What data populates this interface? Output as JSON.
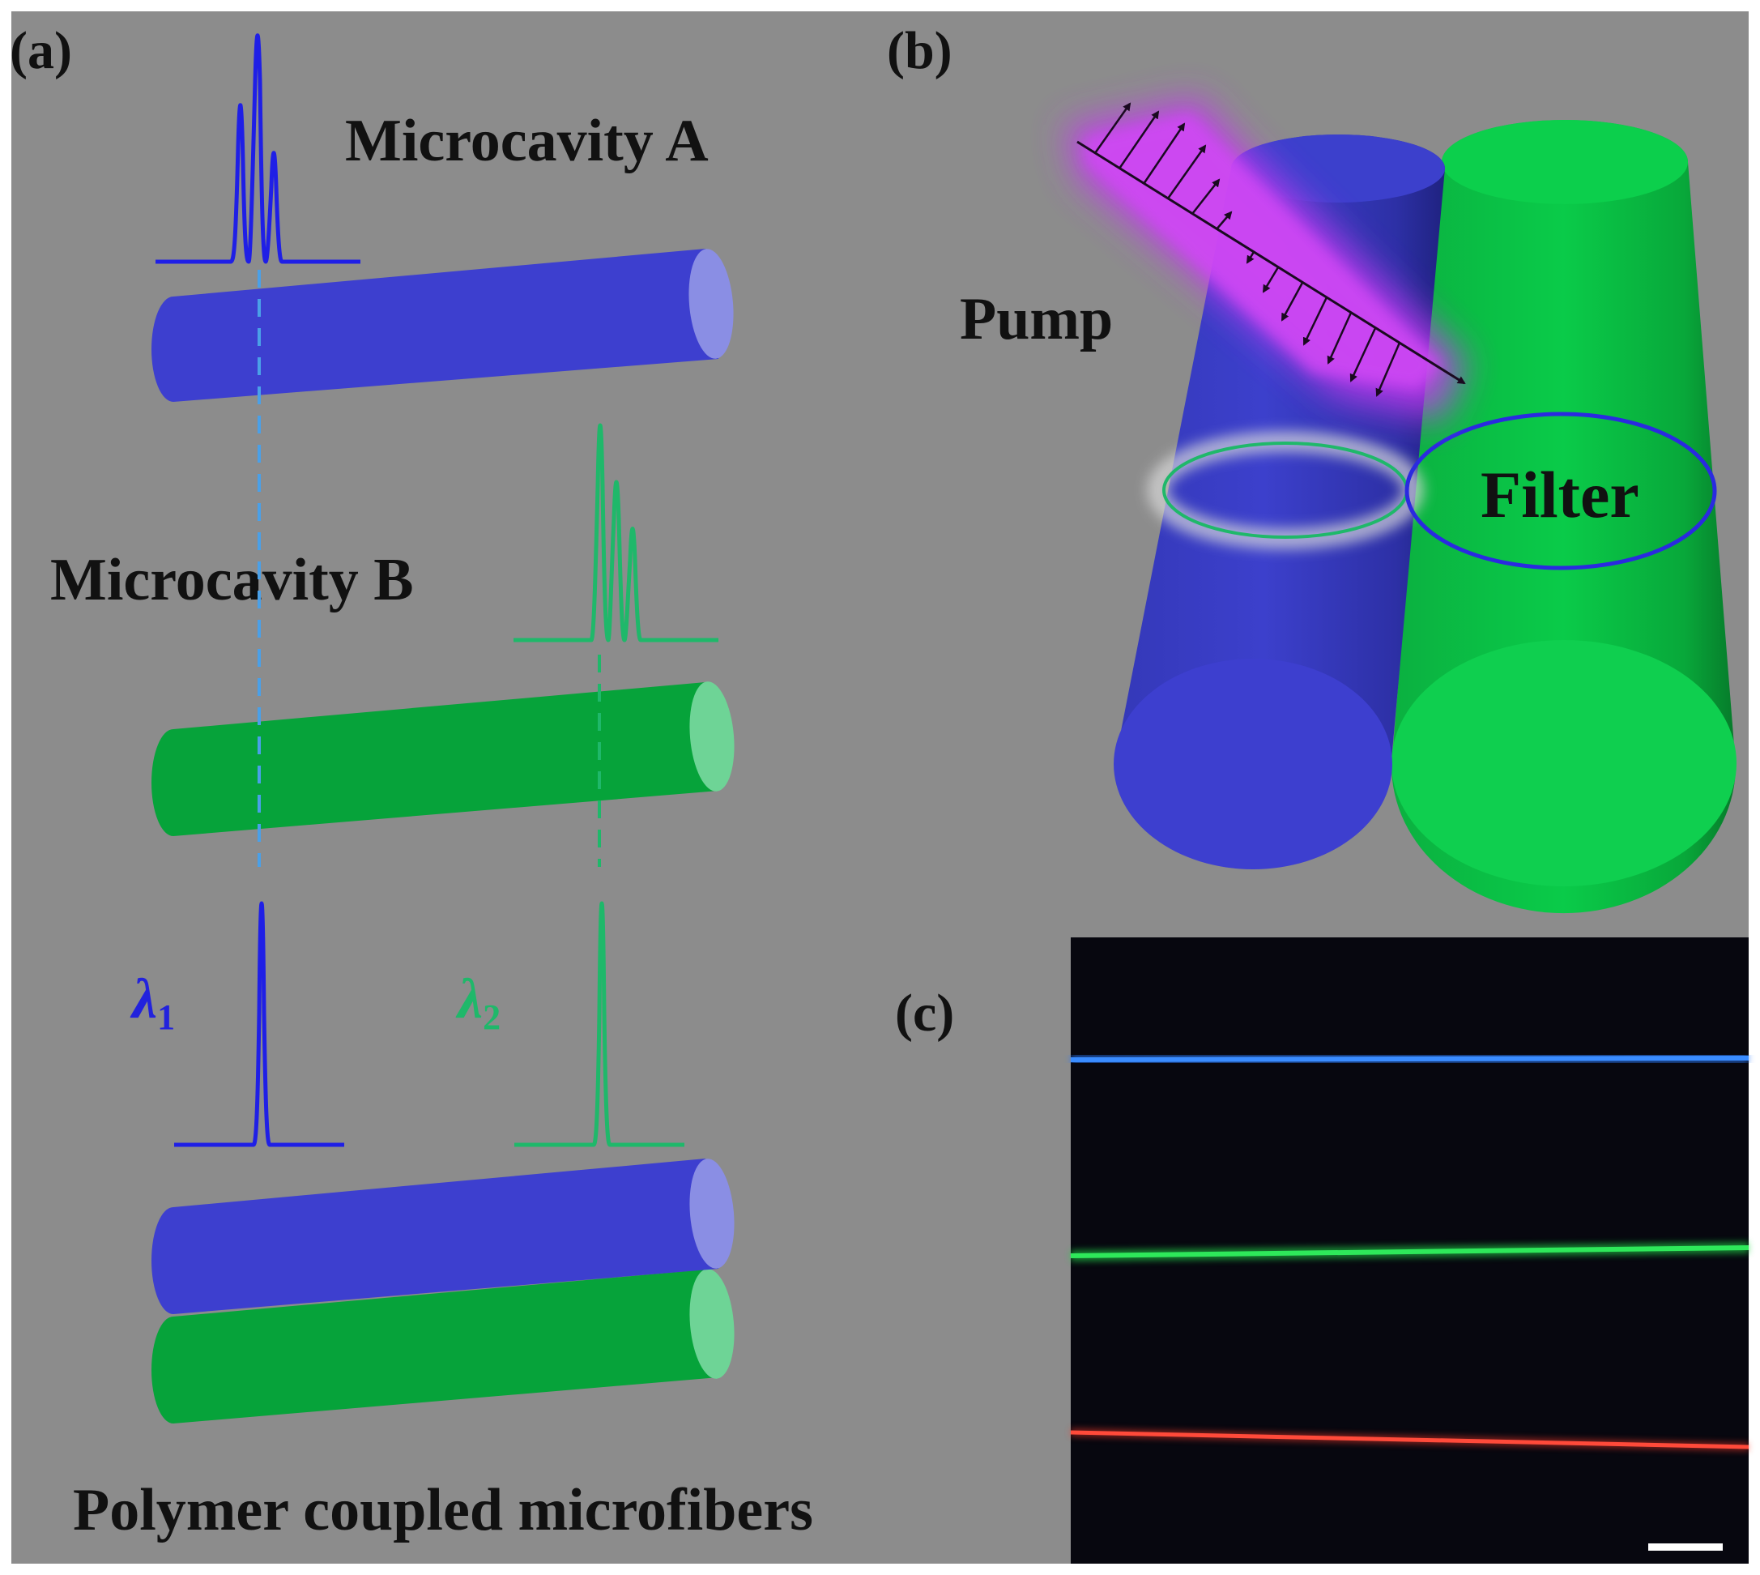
{
  "panel_a": {
    "tag": "(a)",
    "microcavity_a": "Microcavity A",
    "microcavity_b": "Microcavity B",
    "lambda1": "λ",
    "lambda1_sub": "1",
    "lambda2": "λ",
    "lambda2_sub": "2",
    "caption": "Polymer coupled microfibers"
  },
  "panel_b": {
    "tag": "(b)",
    "pump": "Pump",
    "filter": "Filter"
  },
  "panel_c": {
    "tag": "(c)"
  },
  "colors": {
    "background": "#8c8c8c",
    "blue_fiber": "#3d3fcf",
    "green_fiber": "#06a33a",
    "bright_green": "#0fcf4f",
    "blue_line": "#1f1fe6",
    "green_line": "#1fb86a",
    "pump_magenta": "#c33bf0",
    "photo_bg": "#07070f"
  }
}
